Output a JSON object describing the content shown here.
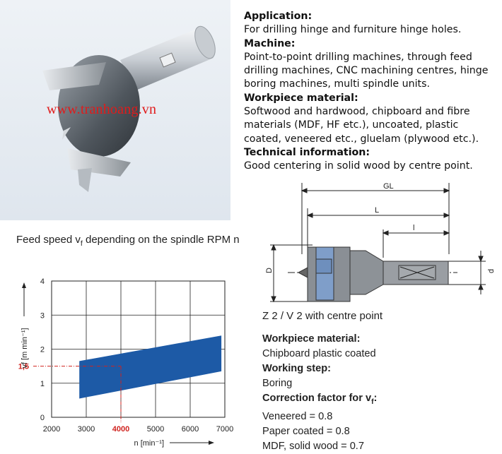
{
  "watermark": "www.tranhoang.vn",
  "specs": [
    {
      "heading": "Application:",
      "text": "For drilling hinge and furniture hinge holes."
    },
    {
      "heading": "Machine:",
      "text": "Point-to-point drilling machines, through feed drilling machines, CNC machining centres, hinge boring machines, multi spindle units."
    },
    {
      "heading": "Workpiece material:",
      "text": "Softwood and hardwood, chipboard and fibre materials (MDF, HF etc.), uncoated, plastic coated, veneered etc., gluelam (plywood etc.)."
    },
    {
      "heading": "Technical information:",
      "text": "Good centering in solid wood by centre point."
    }
  ],
  "chart_title": {
    "prefix": "Feed speed v",
    "sub": "f",
    "suffix": " depending on the spindle RPM n"
  },
  "chart_data": {
    "type": "area",
    "xlabel": "n [min⁻¹]",
    "ylabel": "vf [m min⁻¹]",
    "xlim": [
      2000,
      7000
    ],
    "ylim": [
      0,
      4
    ],
    "x_ticks": [
      "2000",
      "3000",
      "4000",
      "5000",
      "6000",
      "7000"
    ],
    "y_ticks": [
      "0",
      "1",
      "2",
      "3",
      "4"
    ],
    "band": {
      "x": [
        2800,
        6900
      ],
      "lower": [
        0.55,
        1.35
      ],
      "upper": [
        1.65,
        2.4
      ]
    },
    "marker": {
      "x": 4000,
      "y": 1.5,
      "x_label": "4000",
      "y_label": "1,5",
      "color": "#d0231f"
    },
    "fill_color": "#1d5aa6",
    "grid": true
  },
  "drawing_labels": {
    "gl": "GL",
    "l_cap": "L",
    "l_small": "l",
    "d_cap": "D",
    "d_small": "d"
  },
  "caption": "Z 2 / V 2 with centre point",
  "correction": {
    "workpiece_heading": "Workpiece material:",
    "workpiece": "Chipboard plastic coated",
    "step_heading": "Working step:",
    "step": "Boring",
    "factor_heading_prefix": "Correction factor for v",
    "factor_heading_sub": "f",
    "factor_heading_suffix": ":",
    "factors": [
      "Veneered = 0.8",
      "Paper coated = 0.8",
      "MDF, solid wood = 0.7"
    ]
  }
}
